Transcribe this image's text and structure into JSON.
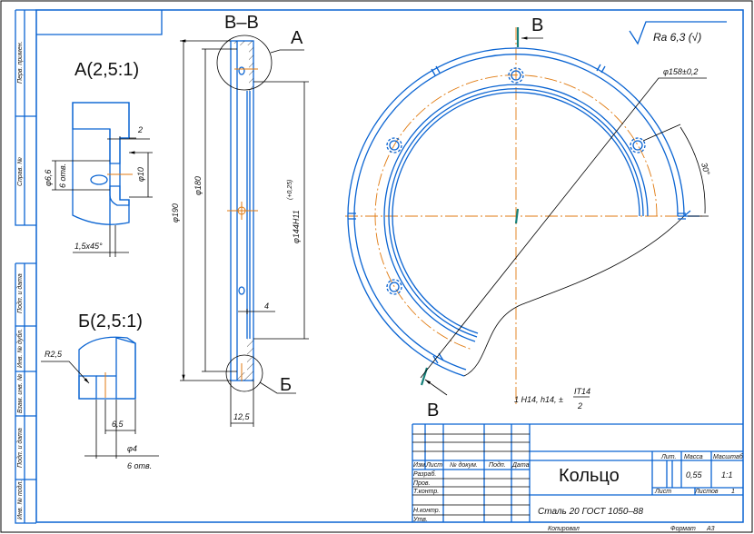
{
  "colors": {
    "outline": "#0a64d2",
    "centerline": "#e07a10",
    "section_marker": "#16807a",
    "dimension": "#000000"
  },
  "side_stamps": [
    "Перв. примен.",
    "Справ. №",
    "Подп. и дата",
    "Инв. № дубл.",
    "Взам. инв. №",
    "Подп. и дата",
    "Инв. № подл."
  ],
  "roughness": "Ra 6,3 (√)",
  "views": {
    "detail_a": {
      "title": "А(2,5:1)",
      "dims": {
        "d2": "2",
        "d10": "φ10",
        "d66": "φ6,6",
        "holes": "6 отв.",
        "chamfer": "1,5x45°"
      }
    },
    "detail_b": {
      "title": "Б(2,5:1)",
      "dims": {
        "r": "R2,5",
        "d65": "6,5",
        "d4": "φ4",
        "holes": "6 отв."
      }
    },
    "section": {
      "title": "В–В",
      "callout_a": "А",
      "callout_b": "Б",
      "dims": {
        "d190": "φ190",
        "d180": "φ180",
        "d144": "φ144H11",
        "d144_tol": "(+0,25)",
        "d4": "4",
        "d125": "12,5"
      }
    },
    "plan": {
      "section_label_top": "В",
      "section_label_bottom": "В",
      "d158": "φ158±0,2",
      "angle": "30°"
    }
  },
  "note": {
    "text": "1 H14, h14, ±",
    "numerator": "IT14",
    "denominator": "2"
  },
  "title_block": {
    "headers": [
      "Изм.",
      "Лист",
      "№ докум.",
      "Подп.",
      "Дата"
    ],
    "roles": [
      "Разраб.",
      "Пров.",
      "Т.контр.",
      "",
      "Н.контр.",
      "Утв."
    ],
    "part_name": "Кольцо",
    "material": "Сталь 20  ГОСТ 1050–88",
    "lit_label": "Лит.",
    "mass_label": "Масса",
    "scale_label": "Масштаб",
    "mass": "0,55",
    "scale": "1:1",
    "sheet_label": "Лист",
    "sheets_label": "Листов",
    "sheets": "1"
  },
  "footer": {
    "copied": "Копировал",
    "format_label": "Формат",
    "format": "A3"
  }
}
